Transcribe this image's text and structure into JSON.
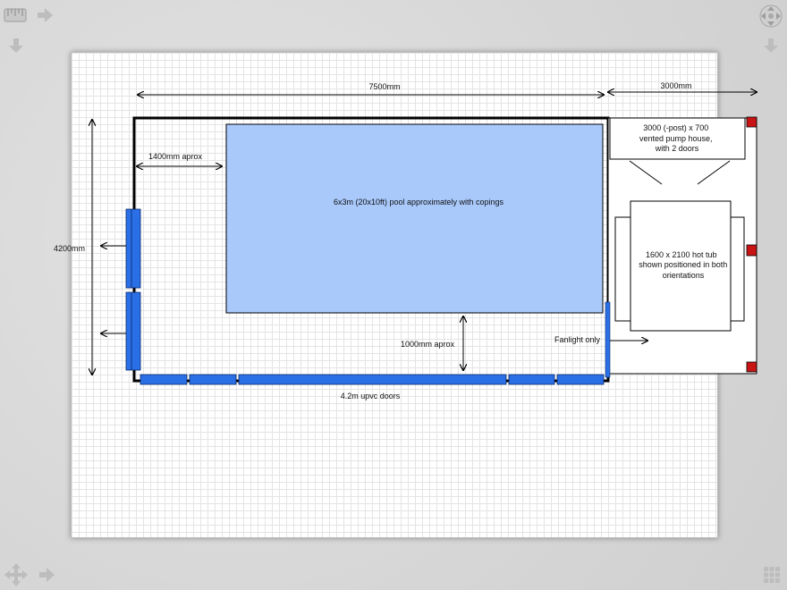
{
  "toolbar": {
    "top_left": [
      "ruler-icon",
      "forward-arrow-icon"
    ],
    "top_right": [
      "navigation-pad-icon"
    ],
    "bottom_left": [
      "move-arrows-icon",
      "forward-arrow-icon"
    ],
    "bottom_right": [
      "grid-icon"
    ]
  },
  "labels": {
    "width_main": "7500mm",
    "width_side": "3000mm",
    "height_main": "4200mm",
    "gap_left": "1400mm aprox",
    "pool": "6x3m (20x10ft) pool approximately with copings",
    "gap_bottom": "1000mm aprox",
    "doors": "4.2m upvc doors",
    "fanlight": "Fanlight only",
    "pump_house": [
      "3000 (-post) x 700",
      "vented pump house,",
      "with 2 doors"
    ],
    "hot_tub": [
      "1600 x 2100 hot tub",
      "shown positioned in both",
      "orientations"
    ]
  },
  "colors": {
    "pool_fill": "#a9c9fb",
    "door_blue": "#2a6fe6",
    "post_red": "#c81414",
    "wall": "#000000"
  }
}
